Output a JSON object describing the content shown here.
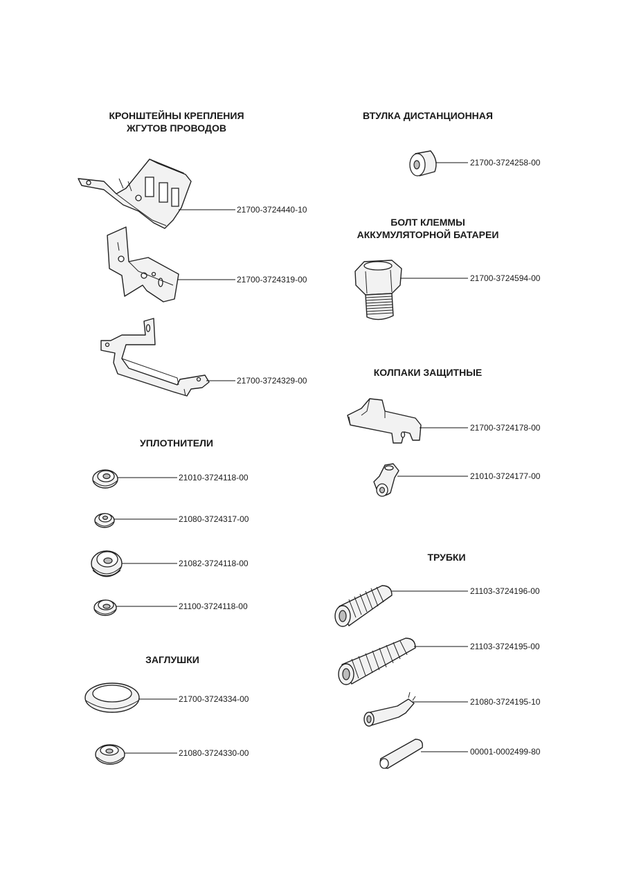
{
  "sections": {
    "brackets": {
      "title_line1": "КРОНШТЕЙНЫ КРЕПЛЕНИЯ",
      "title_line2": "ЖГУТОВ ПРОВОДОВ"
    },
    "bushing": {
      "title": "ВТУЛКА ДИСТАНЦИОННАЯ"
    },
    "bolt": {
      "title_line1": "БОЛТ КЛЕММЫ",
      "title_line2": "АККУМУЛЯТОРНОЙ БАТАРЕИ"
    },
    "caps": {
      "title": "КОЛПАКИ ЗАЩИТНЫЕ"
    },
    "seals": {
      "title": "УПЛОТНИТЕЛИ"
    },
    "tubes": {
      "title": "ТРУБКИ"
    },
    "plugs": {
      "title": "ЗАГЛУШКИ"
    }
  },
  "parts": {
    "bracket_1": "21700-3724440-10",
    "bracket_2": "21700-3724319-00",
    "bracket_3": "21700-3724329-00",
    "bushing": "21700-3724258-00",
    "bolt": "21700-3724594-00",
    "cap_1": "21700-3724178-00",
    "cap_2": "21010-3724177-00",
    "seal_1": "21010-3724118-00",
    "seal_2": "21080-3724317-00",
    "seal_3": "21082-3724118-00",
    "seal_4": "21100-3724118-00",
    "tube_1": "21103-3724196-00",
    "tube_2": "21103-3724195-00",
    "tube_3": "21080-3724195-10",
    "tube_4": "00001-0002499-80",
    "plug_1": "21700-3724334-00",
    "plug_2": "21080-3724330-00"
  }
}
